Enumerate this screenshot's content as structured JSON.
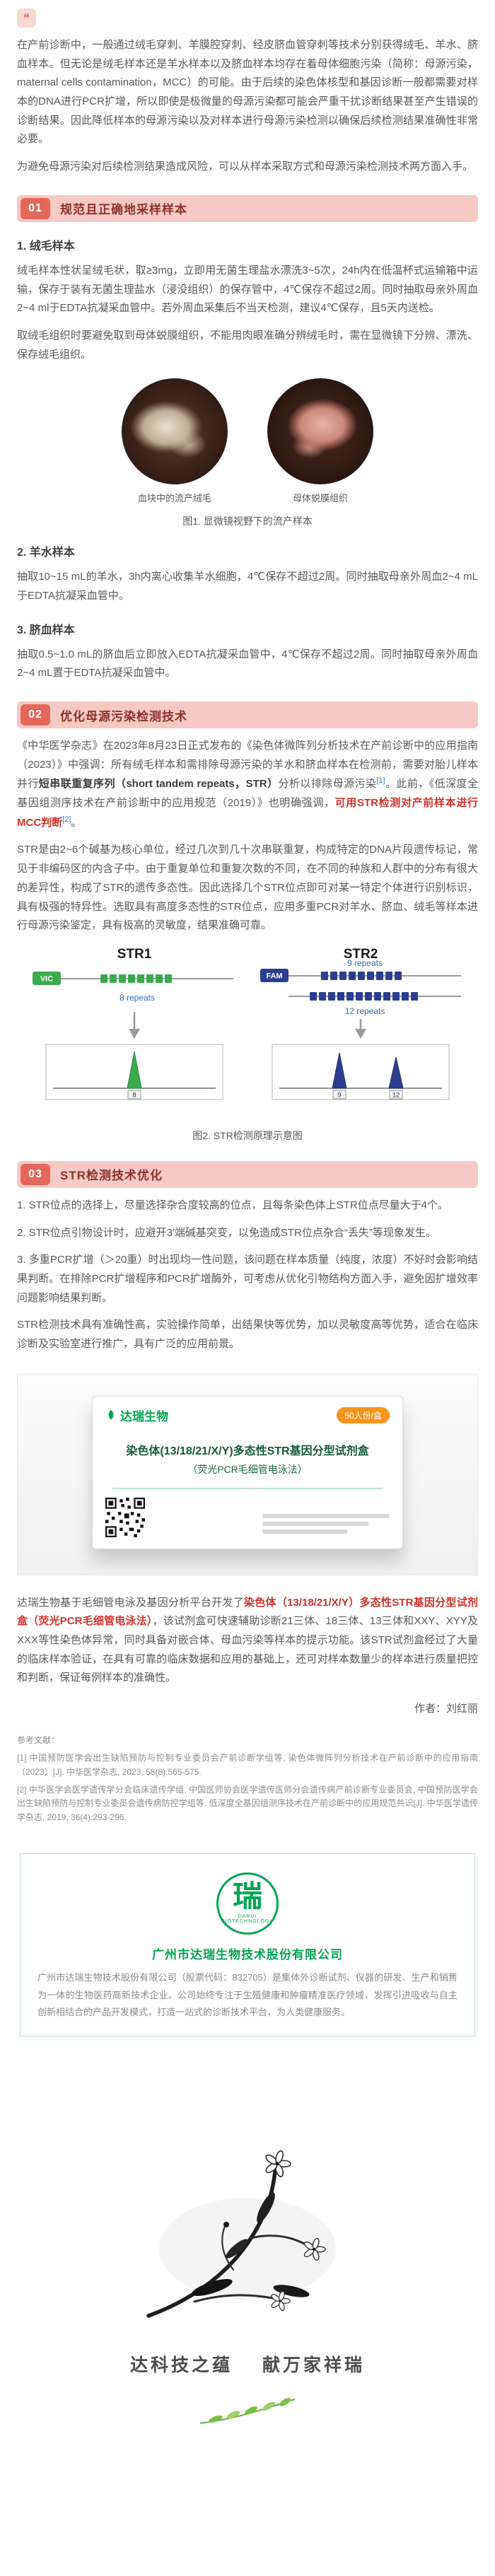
{
  "theme": {
    "banner_bg": "#f6c9c4",
    "badge_bg": "#e4675c",
    "banner_title": "#8e3128",
    "body_text": "#595959",
    "red": "#d0342c",
    "blue": "#3f7ad6",
    "green": "#00a651",
    "navy": "#2b3f90",
    "orange": "#f7941d"
  },
  "intro": {
    "quote_icon": "❝",
    "p1": "在产前诊断中，一般通过绒毛穿刺、羊膜腔穿刺、经皮脐血管穿刺等技术分别获得绒毛、羊水、脐血样本。但无论是绒毛样本还是羊水样本以及脐血样本均存在着母体细胞污染（简称：母源污染，maternal cells contamination，MCC）的可能。由于后续的染色体核型和基因诊断一般都需要对样本的DNA进行PCR扩增，所以即使是极微量的母源污染都可能会严重干扰诊断结果甚至产生错误的诊断结果。因此降低样本的母源污染以及对样本进行母源污染检测以确保后续检测结果准确性非常必要。",
    "p2": "为避免母源污染对后续检测结果造成风险，可以从样本采取方式和母源污染检测技术两方面入手。"
  },
  "section1": {
    "num": "01",
    "title": "规范且正确地采样样本",
    "sub1": "1. 绒毛样本",
    "p1": "绒毛样本性状呈绒毛状，取≥3mg，立即用无菌生理盐水漂洗3~5次，24h内在低温杯式运输箱中运输，保存于装有无菌生理盐水（浸没组织）的保存管中，4℃保存不超过2周。同时抽取母亲外周血2~4 ml于EDTA抗凝采血管中。若外周血采集后不当天检测，建议4℃保存，且5天内送检。",
    "p2": "取绒毛组织时要避免取到母体蜕膜组织，不能用肉眼准确分辨绒毛时，需在显微镜下分辨、漂洗、保存绒毛组织。",
    "fig1": {
      "cap_left": "血块中的流产绒毛",
      "cap_right": "母体蜕膜组织",
      "caption": "图1. 显微镜视野下的流产样本"
    },
    "sub2": "2. 羊水样本",
    "p3": "抽取10~15 mL的羊水，3h内离心收集羊水细胞，4℃保存不超过2周。同时抽取母亲外周血2~4 mL于EDTA抗凝采血管中。",
    "sub3": "3. 脐血样本",
    "p4": "抽取0.5~1.0 mL的脐血后立即放入EDTA抗凝采血管中，4℃保存不超过2周。同时抽取母亲外周血2~4 mL置于EDTA抗凝采血管中。"
  },
  "section2": {
    "num": "02",
    "title": "优化母源污染检测技术",
    "p1_a": "《中华医学杂志》在2023年8月23日正式发布的《染色体微阵列分析技术在产前诊断中的应用指南（2023）》中强调：所有绒毛样本和需排除母源污染的羊水和脐血样本在检测前，需要对胎儿样本并行",
    "p1_bold": "短串联重复序列（short tandem repeats，STR）",
    "p1_b": "分析以排除母源污染",
    "ref1": "[1]",
    "p1_c": "。此前，《低深度全基因组测序技术在产前诊断中的应用规范（2019）》也明确强调，",
    "p1_red": "可用STR检测对产前样本进行MCC判断",
    "ref2": "[2]",
    "p1_d": "。",
    "p2": "STR是由2~6个碱基为核心单位，经过几次到几十次串联重复，构成特定的DNA片段遗传标记，常见于非编码区的内含子中。由于重复单位和重复次数的不同，在不同的种族和人群中的分布有很大的差异性，构成了STR的遗传多态性。因此选择几个STR位点即可对某一特定个体进行识别标识，具有极强的特异性。选取具有高度多态性的STR位点，应用多重PCR对羊水、脐血、绒毛等样本进行母源污染鉴定，具有极高的灵敏度，结果准确可靠。",
    "fig2": {
      "str1_label": "STR1",
      "str2_label": "STR2",
      "dye1": "VIC",
      "dye2": "FAM",
      "repeats1_label": "8 repeats",
      "repeats2a_label": "9 repeats",
      "repeats2b_label": "12 repeats",
      "counts": {
        "str1": 8,
        "str2_allele1": 9,
        "str2_allele2": 12
      },
      "allele_left": "8",
      "allele_right1": "9",
      "allele_right2": "12",
      "caption": "图2. STR检测原理示意图"
    }
  },
  "section3": {
    "num": "03",
    "title": "STR检测技术优化",
    "p1": "1. STR位点的选择上，尽量选择杂合度较高的位点，且每条染色体上STR位点尽量大于4个。",
    "p2": "2. STR位点引物设计时，应避开3′端碱基突变，以免造成STR位点杂合“丢失”等现象发生。",
    "p3": "3. 多重PCR扩增（＞20重）时出现均一性问题，该问题在样本质量（纯度，浓度）不好时会影响结果判断。在排除PCR扩增程序和PCR扩增酶外，可考虑从优化引物结构方面入手，避免因扩增效率问题影响结果判断。",
    "p4": "STR检测技术具有准确性高，实验操作简单，出结果快等优势，加以灵敏度高等优势，适合在临床诊断及实验室进行推广，具有广泛的应用前景。"
  },
  "product": {
    "brand": "达瑞生物",
    "badge": "50人份/盒",
    "name1": "染色体(13/18/21/X/Y)多态性STR基因分型试剂盒",
    "name2": "（荧光PCR毛细管电泳法）",
    "desc_a": "达瑞生物基于毛细管电泳及基因分析平台开发了",
    "desc_red": "染色体（13/18/21/X/Y）多态性STR基因分型试剂盒（荧光PCR毛细管电泳法）",
    "desc_b": "，该试剂盒可快速辅助诊断21三体、18三体、13三体和XXY、XYY及XXX等性染色体异常，同时具备对嵌合体、母血污染等样本的提示功能。该STR试剂盒经过了大量的临床样本验证，在具有可靠的临床数据和应用的基础上，还可对样本数量少的样本进行质量把控和判断，保证每例样本的准确性。",
    "author": "作者：刘红丽"
  },
  "references": {
    "title": "参考文献：",
    "items": [
      "[1] 中国预防医学会出生缺陷预防与控制专业委员会产前诊断学组等. 染色体微阵列分析技术在产前诊断中的应用指南（2023）[J]. 中华医学杂志, 2023, 58(8):565-575.",
      "[2] 中华医学会医学遗传学分会临床遗传学组, 中国医师协会医学遗传医师分会遗传病产前诊断专业委员会, 中国预防医学会出生缺陷预防与控制专业委员会遗传病防控学组等. 低深度全基因组测序技术在产前诊断中的应用规范共识[J]. 中华医学遗传学杂志, 2019, 36(4):293-296."
    ]
  },
  "company": {
    "logo_char": "瑞",
    "logo_sub": "DARUI BIOTECHNOLOGY",
    "name": "广州市达瑞生物技术股份有限公司",
    "desc": "广州市达瑞生物技术股份有限公司（股票代码：832705）是集体外诊断试剂、仪器的研发、生产和销售为一体的生物医药高新技术企业。公司始终专注于生殖健康和肿瘤精准医疗领域，发挥引进吸收与自主创新相结合的产品开发模式，打造一站式的诊断技术平台，为人类健康服务。"
  },
  "footer": {
    "slogan_left": "达科技之蕴",
    "slogan_right": "献万家祥瑞"
  }
}
